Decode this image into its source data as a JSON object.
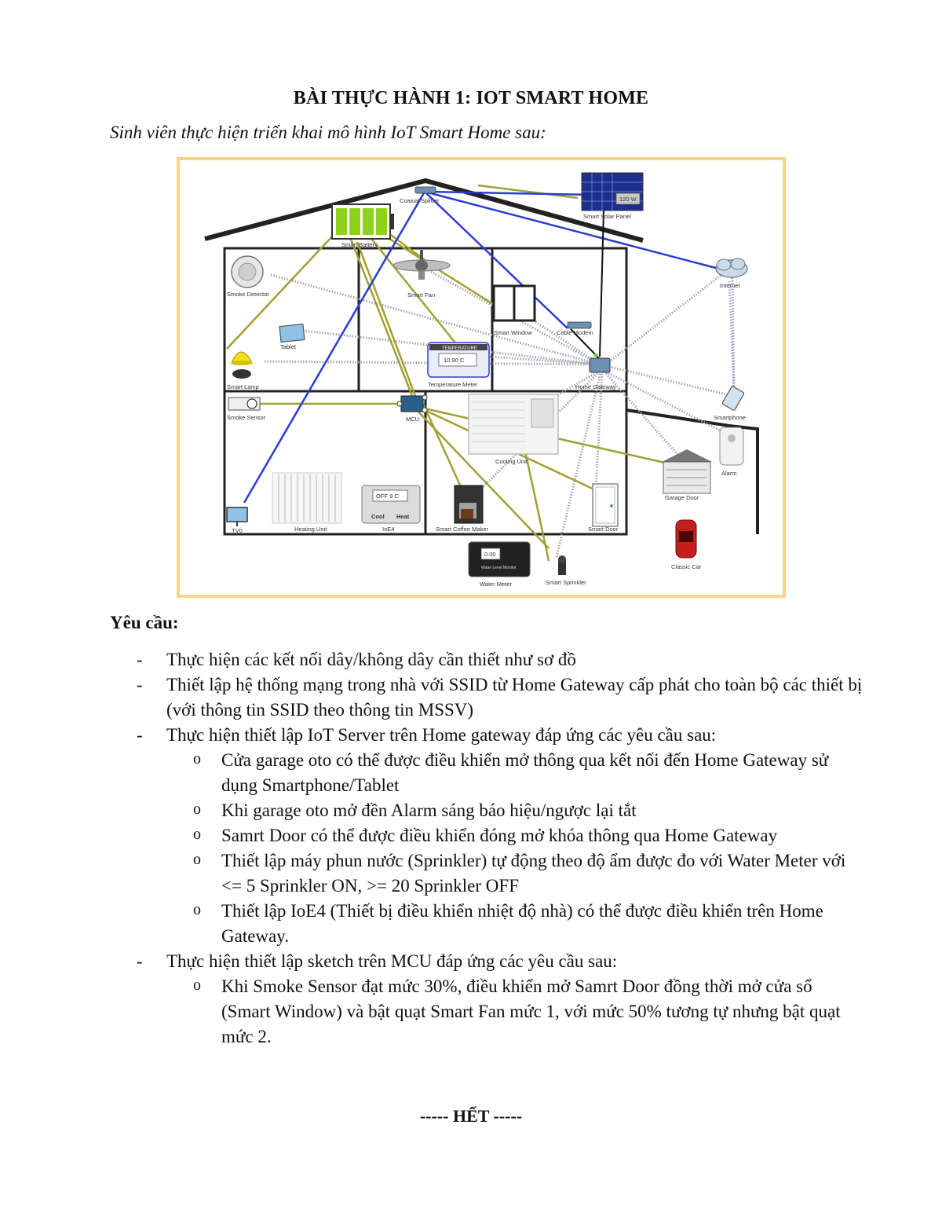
{
  "doc": {
    "title": "BÀI THỰC HÀNH 1: IOT SMART HOME",
    "subtitle": "Sinh viên thực hiện triển khai mô hình IoT Smart Home sau:",
    "requirements_heading": "Yêu cầu:",
    "requirements": [
      {
        "text": "Thực hiện các kết nối dây/không dây cần thiết như sơ đồ"
      },
      {
        "text": "Thiết lập hệ thống mạng trong nhà với SSID từ Home Gateway cấp phát cho toàn bộ các thiết bị (với thông tin SSID theo thông tin MSSV)"
      },
      {
        "text": "Thực hiện thiết lập IoT Server trên Home gateway đáp ứng các yêu cầu sau:"
      },
      {
        "text": "Thực hiện thiết lập sketch trên MCU đáp ứng các yêu cầu sau:"
      }
    ],
    "iot_server_items": [
      "Cửa garage oto có thể được điều khiển mở thông qua kết nối đến Home Gateway sử dụng Smartphone/Tablet",
      "Khi garage oto mở đền Alarm sáng báo hiệu/ngược lại tắt",
      "Samrt Door có thể được điều khiển đóng mở khóa thông qua Home Gateway",
      "Thiết lập máy phun nước (Sprinkler) tự động theo độ ẩm được đo với Water Meter với <= 5 Sprinkler ON, >= 20 Sprinkler OFF",
      "Thiết lập IoE4 (Thiết bị điều khiển nhiệt độ nhà) có thể được điều khiển trên Home Gateway."
    ],
    "mcu_items": [
      "Khi Smoke Sensor đạt mức 30%, điều khiển mở Samrt Door đồng thời mở cửa sổ (Smart Window) và bật quạt Smart Fan mức 1, với mức 50% tương tự nhưng bật quạt mức 2."
    ],
    "end": "----- HẾT -----"
  },
  "diagram": {
    "devices": {
      "coaxial_splitter": "Coaxial Splitter",
      "smart_solar_panel": "Smart Solar Panel",
      "solar_reading": "120 W",
      "smart_battery": "Smart Battery",
      "internet": "Internet",
      "smoke_detector": "Smoke Detector",
      "smart_fan": "Smart Fan",
      "smart_window": "Smart Window",
      "cable_modem": "Cable Modem",
      "tablet": "Tablet",
      "temperature_meter": "Temperature Meter",
      "temperature_header": "TEMPERATURE",
      "temperature_value": "10.90 C",
      "home_gateway": "Home Gateway",
      "smart_lamp": "Smart Lamp",
      "smartphone": "Smartphone",
      "smoke_sensor": "Smoke Sensor",
      "mcu": "MCU",
      "cooling_unit": "Cooling Unit",
      "alarm": "Alarm",
      "garage_door": "Garage Door",
      "heating_unit": "Heating Unit",
      "ioe4": "IoE4",
      "ioe4_display": "OFF 9 C",
      "ioe4_cool": "Cool",
      "ioe4_heat": "Heat",
      "smart_coffee_maker": "Smart Coffee Maker",
      "smart_door": "Smart Door",
      "tv": "TV0",
      "classic_car": "Classic Car",
      "water_meter": "Water Meter",
      "water_value": "0.00",
      "water_caption": "Water Level Monitor",
      "smart_sprinkler": "Smart Sprinkler"
    }
  }
}
